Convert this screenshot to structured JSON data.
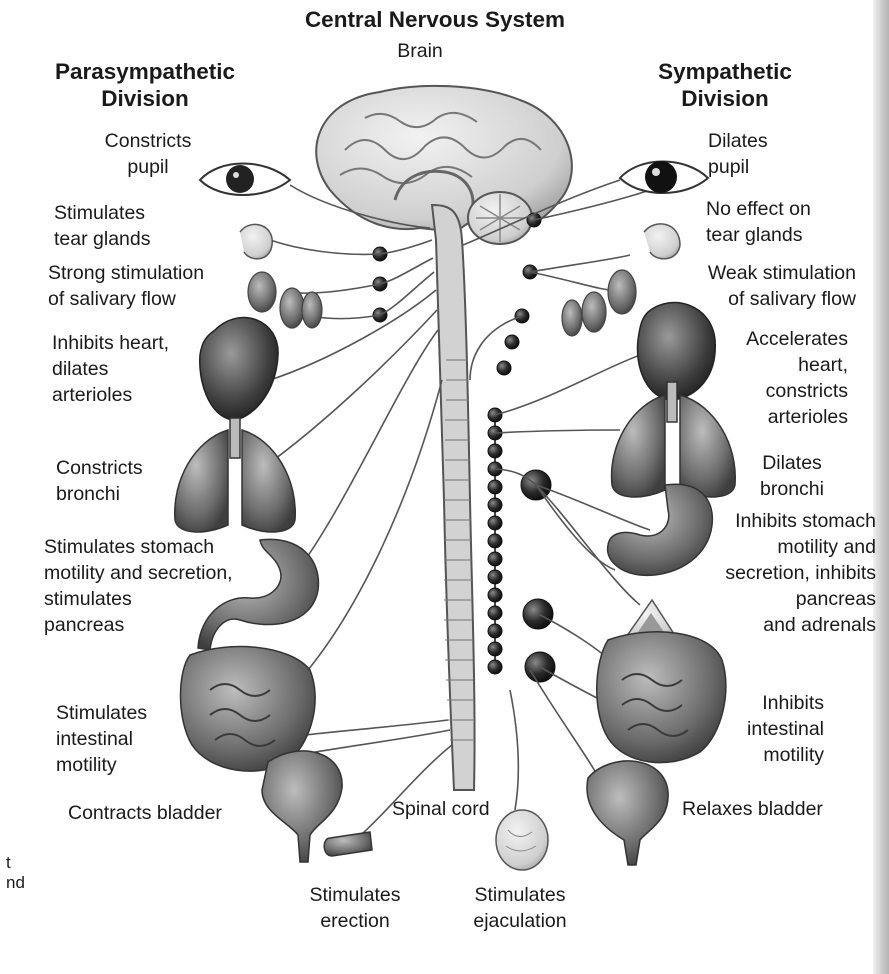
{
  "title": "Central Nervous System",
  "brain_label": "Brain",
  "spinal_cord_label": "Spinal cord",
  "parasympathetic": {
    "heading": "Parasympathetic\nDivision",
    "effects": [
      "Constricts\npupil",
      "Stimulates\ntear glands",
      "Strong stimulation\nof salivary flow",
      "Inhibits heart,\ndilates\narterioles",
      "Constricts\nbronchi",
      "Stimulates stomach\nmotility and secretion,\nstimulates\npancreas",
      "Stimulates\nintestinal\nmotility",
      "Contracts bladder",
      "Stimulates\nerection"
    ]
  },
  "sympathetic": {
    "heading": "Sympathetic\nDivision",
    "effects": [
      "Dilates\npupil",
      "No effect on\ntear glands",
      "Weak stimulation\nof salivary flow",
      "Accelerates\nheart,\nconstricts\narterioles",
      "Dilates\nbronchi",
      "Inhibits stomach\nmotility and\nsecretion, inhibits\npancreas\nand adrenals",
      "Inhibits\nintestinal\nmotility",
      "Relaxes bladder",
      "Stimulates\nejaculation"
    ]
  },
  "margin_fragments": [
    "t",
    "nd"
  ],
  "colors": {
    "nerve": "#555555",
    "ganglion": "#262626",
    "cord": "#d2d2d2",
    "organ": "#6e6e6e",
    "brain": "#b8b8b8"
  }
}
